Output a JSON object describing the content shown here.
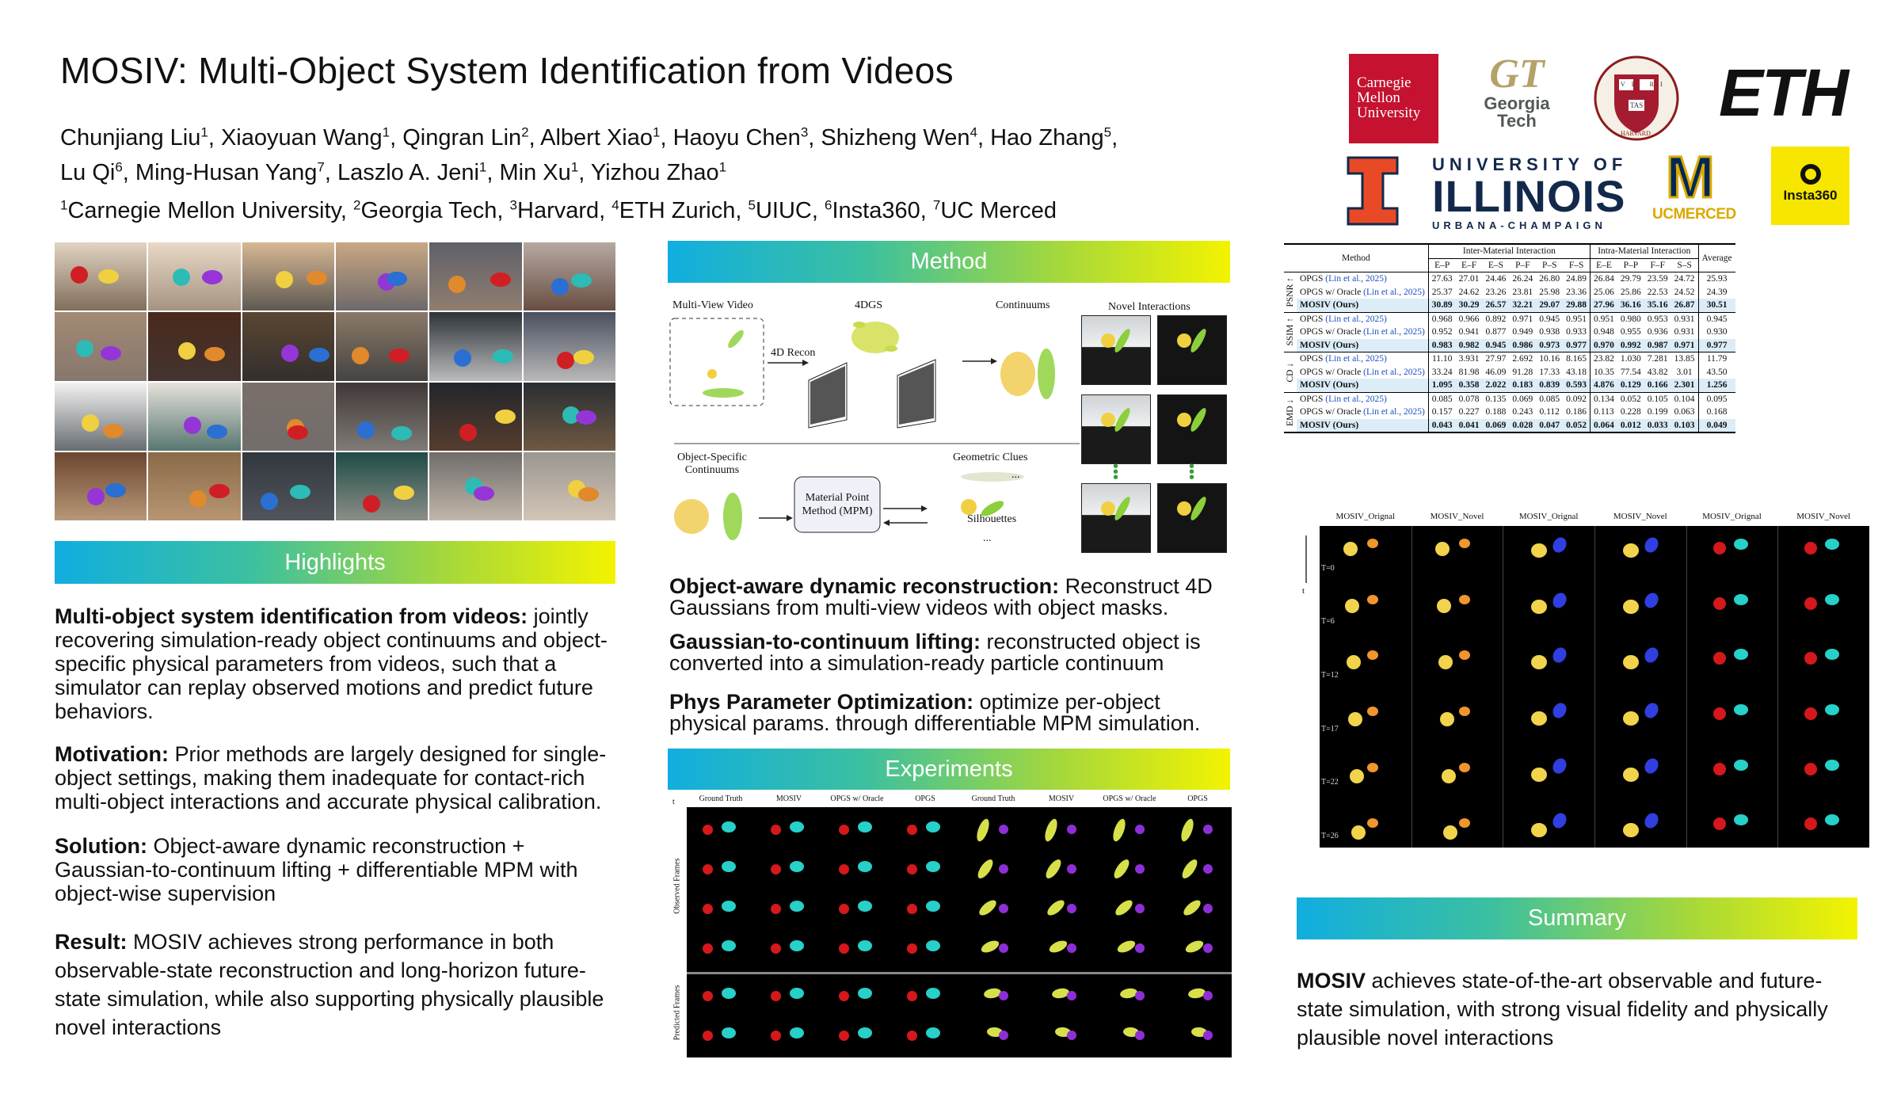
{
  "title": "MOSIV: Multi-Object System Identification from Videos",
  "authors": {
    "line1": [
      {
        "name": "Chunjiang Liu",
        "sup": "1"
      },
      {
        "name": "Xiaoyuan Wang",
        "sup": "1"
      },
      {
        "name": "Qingran Lin",
        "sup": "2"
      },
      {
        "name": "Albert Xiao",
        "sup": "1"
      },
      {
        "name": "Haoyu Chen",
        "sup": "3"
      },
      {
        "name": " Shizheng Wen",
        "sup": "4"
      },
      {
        "name": "Hao Zhang",
        "sup": "5"
      }
    ],
    "line2": [
      {
        "name": "Lu Qi",
        "sup": "6"
      },
      {
        "name": "Ming-Husan Yang",
        "sup": "7"
      },
      {
        "name": "Laszlo A. Jeni",
        "sup": "1"
      },
      {
        "name": "Min Xu",
        "sup": "1"
      },
      {
        "name": "Yizhou Zhao",
        "sup": "1"
      }
    ]
  },
  "affiliations": [
    {
      "sup": "1",
      "name": "Carnegie Mellon University"
    },
    {
      "sup": "2",
      "name": "Georgia Tech"
    },
    {
      "sup": "3",
      "name": "Harvard"
    },
    {
      "sup": "4",
      "name": "ETH Zurich"
    },
    {
      "sup": "5",
      "name": "UIUC"
    },
    {
      "sup": "6",
      "name": "Insta360"
    },
    {
      "sup": "7",
      "name": "UC Merced"
    }
  ],
  "logos": {
    "cmu": [
      "Carnegie",
      "Mellon",
      "University"
    ],
    "gt": {
      "mark": "GT",
      "name": [
        "Georgia",
        "Tech"
      ]
    },
    "harvard": {
      "top": "VE RI",
      "mid": "TAS",
      "bottom": "HARVARD"
    },
    "eth": "ETH",
    "illinois": {
      "mark": "I",
      "line1": "UNIVERSITY OF",
      "line2": "ILLINOIS",
      "line3": "URBANA-CHAMPAIGN"
    },
    "ucmerced": {
      "mark": "M",
      "name": "UCMERCED"
    },
    "insta360": "Insta360",
    "colors": {
      "cmu": "#c41230",
      "gt": "#b3a369",
      "illinois_orange": "#e84a27",
      "illinois_blue": "#13294b",
      "ucm_blue": "#002856",
      "ucm_gold": "#daa900",
      "insta": "#f7e600"
    }
  },
  "highlights": {
    "header": "Highlights",
    "items": [
      {
        "bold": "Multi-object system identification from videos:",
        "text": " jointly recovering simulation-ready object continuums and object-specific physical parameters from videos, such that a simulator can replay observed motions and predict future behaviors."
      },
      {
        "bold": "Motivation:",
        "text": " Prior methods are largely designed for single-object settings, making them inadequate for contact-rich multi-object interactions and accurate physical calibration."
      },
      {
        "bold": "Solution:",
        "text": " Object-aware dynamic reconstruction + Gaussian-to-continuum lifting + differentiable MPM with object-wise supervision"
      },
      {
        "bold": "Result:",
        "text": " MOSIV achieves strong performance in both observable-state reconstruction and long-horizon future-state simulation, while also supporting physically plausible novel interactions"
      }
    ]
  },
  "method": {
    "header": "Method",
    "diagram": {
      "multiview": "Multi-View Video",
      "fourdgs": "4DGS",
      "recon": "4D Recon",
      "continuums": "Continuums",
      "novel": "Novel Interactions",
      "objspec": [
        "Object-Specific",
        "Continuums"
      ],
      "mpm": [
        "Material Point",
        "Method (MPM)"
      ],
      "geo": "Geometric Clues",
      "sil": "Silhouettes",
      "dots": "..."
    },
    "items": [
      {
        "bold": "Object-aware dynamic reconstruction:",
        "text": " Reconstruct 4D Gaussians from multi-view videos with object masks."
      },
      {
        "bold": "Gaussian-to-continuum lifting:",
        "text": " reconstructed object is converted into a simulation-ready particle continuum"
      },
      {
        "bold": "Phys Parameter Optimization:",
        "text": " optimize per-object physical params. through differentiable MPM simulation."
      }
    ]
  },
  "experiments": {
    "header": "Experiments",
    "cols": [
      "Ground Truth",
      "MOSIV",
      "OPGS w/ Oracle",
      "OPGS",
      "Ground Truth",
      "MOSIV",
      "OPGS w/ Oracle",
      "OPGS"
    ],
    "t_label": "t",
    "observed": "Observed Frames",
    "predicted": "Predicted Frames"
  },
  "table": {
    "method_header": "Method",
    "inter_header": "Inter-Material Interaction",
    "intra_header": "Intra-Material Interaction",
    "avg_header": "Average",
    "cols": [
      "E–P",
      "E–F",
      "E–S",
      "P–F",
      "P–S",
      "F–S",
      "E–E",
      "P–P",
      "F–F",
      "S–S"
    ],
    "groups": [
      {
        "metric": "PSNR ↑",
        "rows": [
          {
            "m": "OPGS ",
            "cite": "(Lin et al., 2025)",
            "v": [
              "27.63",
              "27.01",
              "24.46",
              "26.24",
              "26.80",
              "24.89",
              "26.84",
              "29.79",
              "23.59",
              "24.72",
              "25.93"
            ]
          },
          {
            "m": "OPGS w/ Oracle ",
            "cite": "(Lin et al., 2025)",
            "v": [
              "25.37",
              "24.62",
              "23.26",
              "23.81",
              "25.98",
              "23.36",
              "25.06",
              "25.86",
              "22.53",
              "24.52",
              "24.39"
            ]
          },
          {
            "m": "MOSIV (Ours)",
            "cite": "",
            "v": [
              "30.89",
              "30.29",
              "26.57",
              "32.21",
              "29.07",
              "29.88",
              "27.96",
              "36.16",
              "35.16",
              "26.87",
              "30.51"
            ]
          }
        ]
      },
      {
        "metric": "SSIM ↑",
        "rows": [
          {
            "m": "OPGS ",
            "cite": "(Lin et al., 2025)",
            "v": [
              "0.968",
              "0.966",
              "0.892",
              "0.971",
              "0.945",
              "0.951",
              "0.951",
              "0.980",
              "0.953",
              "0.931",
              "0.945"
            ]
          },
          {
            "m": "OPGS w/ Oracle ",
            "cite": "(Lin et al., 2025)",
            "v": [
              "0.952",
              "0.941",
              "0.877",
              "0.949",
              "0.938",
              "0.933",
              "0.948",
              "0.955",
              "0.936",
              "0.931",
              "0.930"
            ]
          },
          {
            "m": "MOSIV (Ours)",
            "cite": "",
            "v": [
              "0.983",
              "0.982",
              "0.945",
              "0.986",
              "0.973",
              "0.977",
              "0.970",
              "0.992",
              "0.987",
              "0.971",
              "0.977"
            ]
          }
        ]
      },
      {
        "metric": "CD ↓",
        "rows": [
          {
            "m": "OPGS ",
            "cite": "(Lin et al., 2025)",
            "v": [
              "11.10",
              "3.931",
              "27.97",
              "2.692",
              "10.16",
              "8.165",
              "23.82",
              "1.030",
              "7.281",
              "13.85",
              "11.79"
            ]
          },
          {
            "m": "OPGS w/ Oracle ",
            "cite": "(Lin et al., 2025)",
            "v": [
              "33.24",
              "81.98",
              "46.09",
              "91.28",
              "17.33",
              "43.18",
              "10.35",
              "77.54",
              "43.82",
              "3.01",
              "43.50"
            ]
          },
          {
            "m": "MOSIV (Ours)",
            "cite": "",
            "v": [
              "1.095",
              "0.358",
              "2.022",
              "0.183",
              "0.839",
              "0.593",
              "4.876",
              "0.129",
              "0.166",
              "2.301",
              "1.256"
            ]
          }
        ]
      },
      {
        "metric": "EMD ↓",
        "rows": [
          {
            "m": "OPGS ",
            "cite": "(Lin et al., 2025)",
            "v": [
              "0.085",
              "0.078",
              "0.135",
              "0.069",
              "0.085",
              "0.092",
              "0.134",
              "0.052",
              "0.105",
              "0.104",
              "0.095"
            ]
          },
          {
            "m": "OPGS w/ Oracle ",
            "cite": "(Lin et al., 2025)",
            "v": [
              "0.157",
              "0.227",
              "0.188",
              "0.243",
              "0.112",
              "0.186",
              "0.113",
              "0.228",
              "0.199",
              "0.063",
              "0.168"
            ]
          },
          {
            "m": "MOSIV (Ours)",
            "cite": "",
            "v": [
              "0.043",
              "0.041",
              "0.069",
              "0.028",
              "0.047",
              "0.052",
              "0.064",
              "0.012",
              "0.033",
              "0.103",
              "0.049"
            ]
          }
        ]
      }
    ]
  },
  "novel_grid": {
    "cols": [
      "MOSIV_Orignal",
      "MOSIV_Novel",
      "MOSIV_Orignal",
      "MOSIV_Novel",
      "MOSIV_Orignal",
      "MOSIV_Novel"
    ],
    "rows": [
      "T=0",
      "T=6",
      "T=12",
      "T=17",
      "T=22",
      "T=26"
    ],
    "t_label": "t"
  },
  "summary": {
    "header": "Summary",
    "bold": "MOSIV",
    "text": " achieves state-of-the-art observable and future-state simulation, with strong visual fidelity and physically plausible novel interactions"
  }
}
